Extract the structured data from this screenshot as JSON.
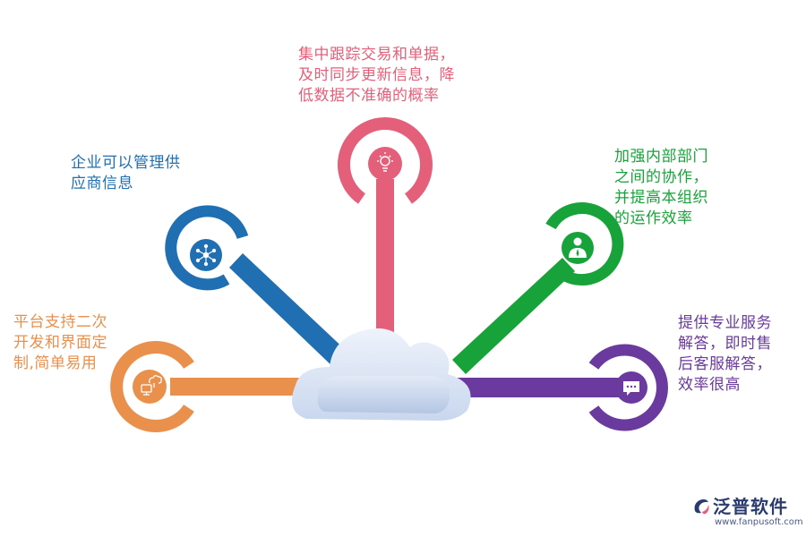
{
  "items": [
    {
      "id": "red",
      "lines": [
        "集中跟踪交易和单据，",
        "及时同步更新信息，降",
        "低数据不准确的概率"
      ],
      "color": "#e4607a",
      "icon": "lightbulb-icon"
    },
    {
      "id": "blue",
      "lines": [
        "企业可以管理供",
        "应商信息"
      ],
      "color": "#1f6fb2",
      "icon": "network-icon"
    },
    {
      "id": "green",
      "lines": [
        "加强内部部门",
        "之间的协作，",
        "并提高本组织",
        "的运作效率"
      ],
      "color": "#18a33a",
      "icon": "businessman-icon"
    },
    {
      "id": "orange",
      "lines": [
        "平台支持二次",
        "开发和界面定",
        "制,简单易用"
      ],
      "color": "#e8904c",
      "icon": "cloud-computer-icon"
    },
    {
      "id": "purple",
      "lines": [
        "提供专业服务",
        "解答，即时售",
        "后客服解答，",
        "效率很高"
      ],
      "color": "#6b3a9e",
      "icon": "chat-icon"
    }
  ],
  "logo": {
    "name": "泛普软件",
    "url": "www.fanpusoft.com",
    "color": "#2a3b6e",
    "icon": "fanpu-logo-icon"
  }
}
